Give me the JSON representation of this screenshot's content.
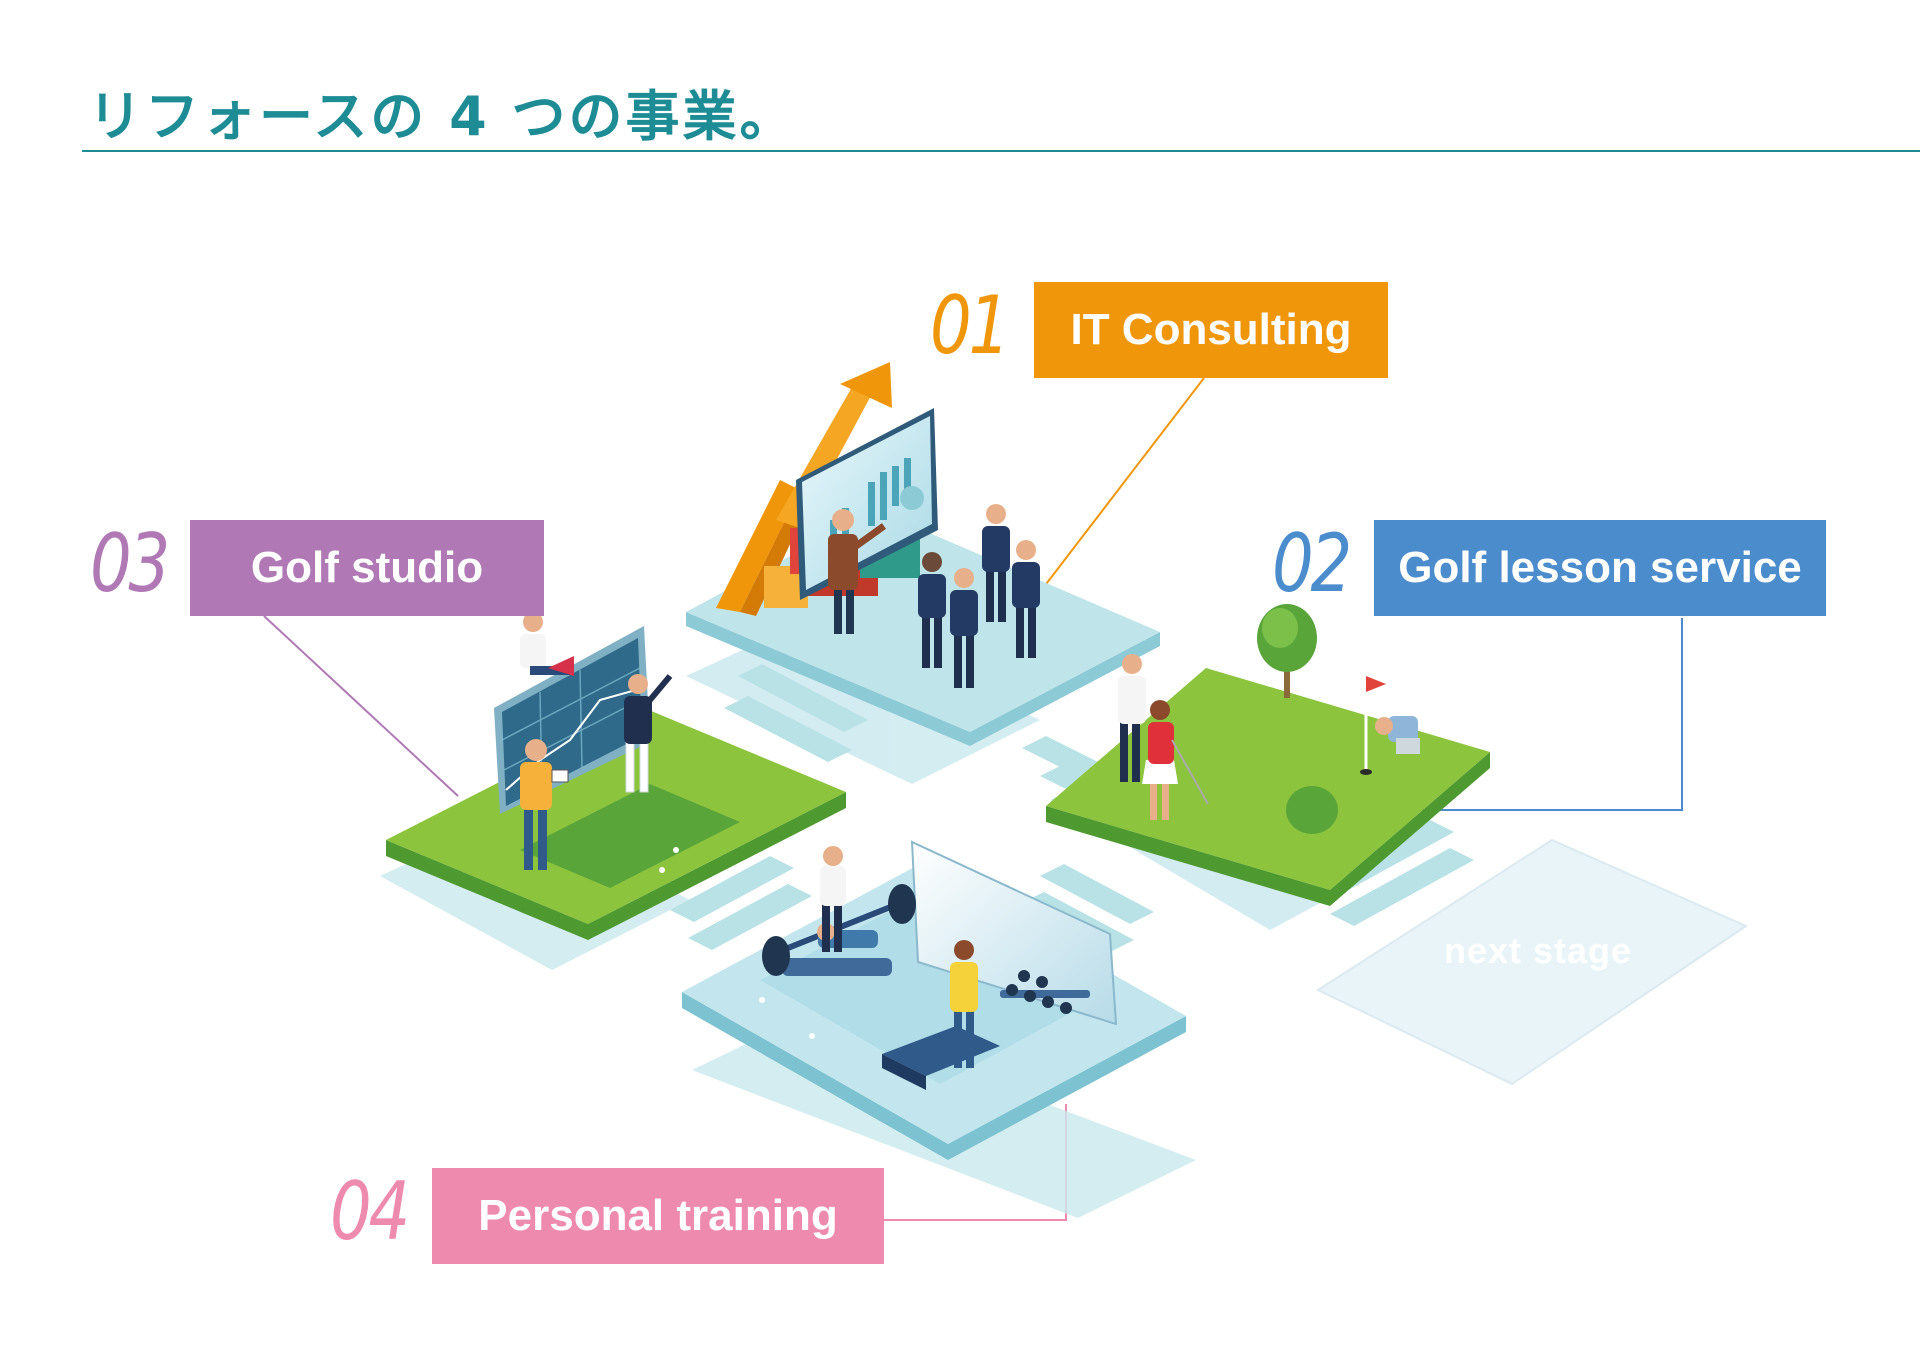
{
  "title": "リフォースの 4 つの事業。",
  "businesses": [
    {
      "number": "01",
      "label": "IT Consulting",
      "color": "#f0960a"
    },
    {
      "number": "02",
      "label": "Golf lesson service",
      "color": "#4a8ccc"
    },
    {
      "number": "03",
      "label": "Golf studio",
      "color": "#b079b5"
    },
    {
      "number": "04",
      "label": "Personal training",
      "color": "#ee8aae"
    }
  ],
  "next_stage": "next stage",
  "colors": {
    "title": "#1d8c95",
    "grass": "#8cc43e",
    "grass_side": "#4f9a30",
    "glass": "#bfe4ea"
  }
}
